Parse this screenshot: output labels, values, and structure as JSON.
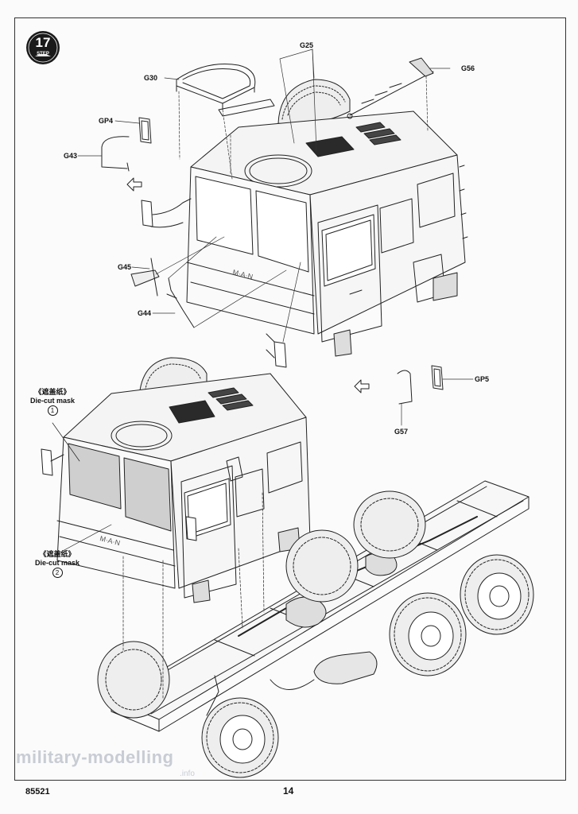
{
  "step": {
    "number": "17",
    "word": "STEP"
  },
  "parts": {
    "g25": "G25",
    "g30": "G30",
    "g56": "G56",
    "gp4": "GP4",
    "g43": "G43",
    "g45": "G45",
    "g44": "G44",
    "gp5": "GP5",
    "g57": "G57"
  },
  "masks": [
    {
      "chinese": "《遮盖纸》",
      "english": "Die-cut mask",
      "number": "1"
    },
    {
      "chinese": "《遮盖纸》",
      "english": "Die-cut mask",
      "number": "2"
    }
  ],
  "cab_badge_text": "M·A·N",
  "footer": {
    "kit_number": "85521",
    "page_number": "14"
  },
  "watermark": {
    "main": "military-modelling",
    "sub": ".info"
  }
}
